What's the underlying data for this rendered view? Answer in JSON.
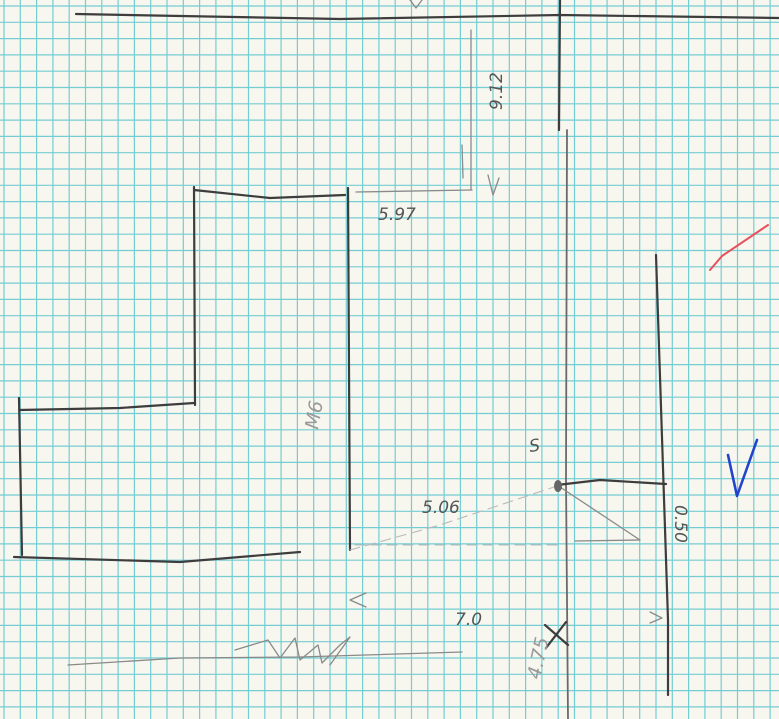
{
  "labels": {
    "dim_top_right": "9.12",
    "dim_top": "5.97",
    "dim_middle": "5.06",
    "dim_right": "0.50",
    "dim_bottom": "7.0",
    "room_label": "M6",
    "point_label": "S",
    "scribble_label": "4.75"
  },
  "colors": {
    "paper": "#f7f6ef",
    "grid": "#5cc6cf",
    "pencil": "#3d3d3d",
    "check_red": "#e8505b",
    "check_blue": "#2244cc"
  },
  "icons": {
    "red_mark": "check-icon",
    "blue_mark": "check-icon"
  }
}
